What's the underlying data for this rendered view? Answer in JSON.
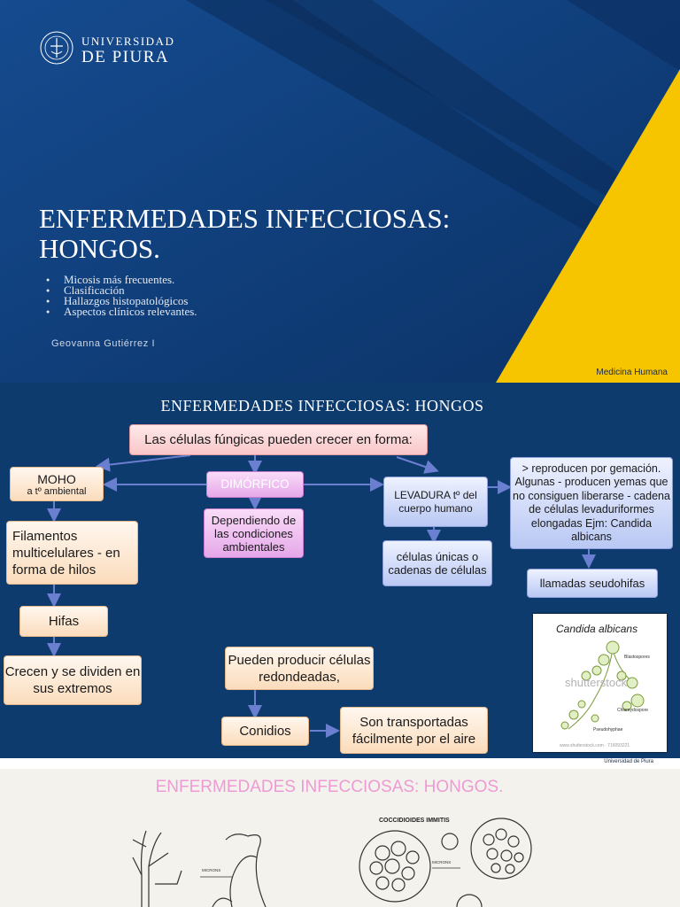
{
  "slide1": {
    "logo": {
      "line1": "UNIVERSIDAD",
      "line2": "DE  PIURA",
      "emblem_icon": "university-seal-icon"
    },
    "title_line1": "ENFERMEDADES INFECCIOSAS:",
    "title_line2": "HONGOS.",
    "bullets": [
      "Micosis más frecuentes.",
      "Clasificación",
      "Hallazgos histopatológicos",
      "Aspectos clínicos relevantes."
    ],
    "author": "Geovanna Gutiérrez I",
    "footer": "Medicina Humana",
    "colors": {
      "background": "#0f3c78",
      "accent": "#f6c500"
    }
  },
  "slide2": {
    "title": "ENFERMEDADES INFECCIOSAS: HONGOS",
    "top_box": "Las células fúngicas pueden crecer en forma:",
    "moho": "MOHO",
    "moho_sub": "a tº ambiental",
    "dimorfico": "DIMÓRFICO",
    "dimorfico_desc": "Dependiendo de las condiciones ambientales",
    "levadura": "LEVADURA tº del cuerpo humano",
    "levadura_desc": "células únicas o cadenas de células",
    "gemacion": "> reproducen por gemación. Algunas - producen yemas que no consiguen liberarse - cadena de células levaduriformes elongadas Ejm: Candida albicans",
    "seudohifas": "llamadas seudohifas",
    "filamentos": "Filamentos multicelulares - en forma de hilos",
    "hifas": "Hifas",
    "crecen": "Crecen y se dividen en sus extremos",
    "pueden": "Pueden producir células redondeadas,",
    "conidios": "Conidios",
    "transportadas": "Son transportadas fácilmente por el aire",
    "image": {
      "title": "Candida albicans",
      "watermark": "shutterstock",
      "labels": [
        "Blastospores",
        "Chlamydospore",
        "Pseudohyphae"
      ],
      "credit": "www.shutterstock.com · 716093221"
    },
    "footer": "Universidad de Piura"
  },
  "slide3": {
    "title": "ENFERMEDADES INFECCIOSAS: HONGOS.",
    "cocci_label": "COCCIDIOIDES IMMITIS",
    "small_labels": [
      "MICRONS",
      "MICRONS"
    ]
  }
}
